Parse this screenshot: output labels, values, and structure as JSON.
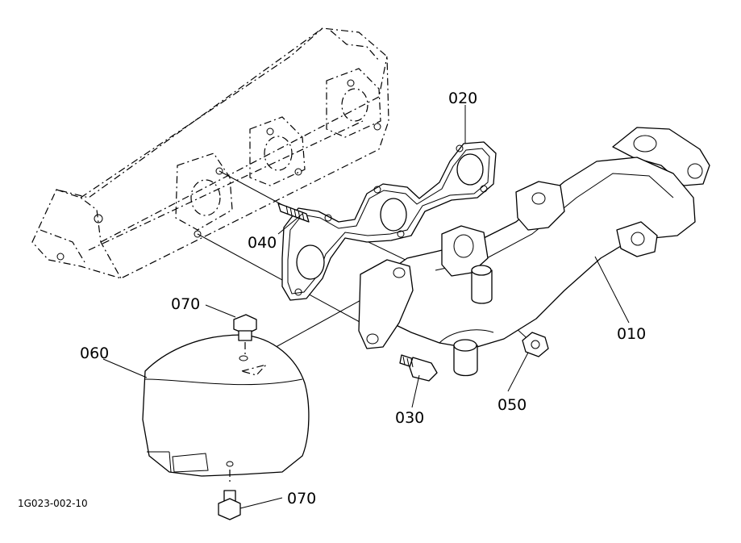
{
  "diagram": {
    "drawing_code": "1G023-002-10",
    "callouts": [
      {
        "id": "020",
        "text": "020"
      },
      {
        "id": "040",
        "text": "040"
      },
      {
        "id": "070_top",
        "text": "070"
      },
      {
        "id": "060",
        "text": "060"
      },
      {
        "id": "010",
        "text": "010"
      },
      {
        "id": "030",
        "text": "030"
      },
      {
        "id": "050",
        "text": "050"
      },
      {
        "id": "070_bottom",
        "text": "070"
      }
    ]
  }
}
